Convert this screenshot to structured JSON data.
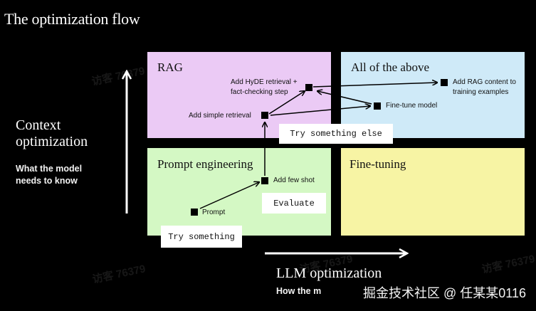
{
  "title": "The optimization flow",
  "context_axis": {
    "title": "Context optimization",
    "subtitle": "What the model needs to know"
  },
  "llm_axis": {
    "title": "LLM optimization",
    "subtitle": "How the m"
  },
  "quadrants": {
    "rag": "RAG",
    "all": "All of the above",
    "prompt_engineering": "Prompt engineering",
    "fine_tuning": "Fine-tuning"
  },
  "nodes": {
    "prompt": "Prompt",
    "few_shot": "Add few shot",
    "simple_retrieval": "Add simple retrieval",
    "hyde_line1": "Add HyDE retrieval +",
    "hyde_line2": "fact-checking step",
    "fine_tune": "Fine-tune model",
    "rag_content_line1": "Add RAG content to",
    "rag_content_line2": "training examples"
  },
  "callouts": {
    "try_something": "Try something",
    "evaluate": "Evaluate",
    "try_else": "Try something else"
  },
  "watermark": "访客 76379",
  "credit": "掘金技术社区 @ 任某某0116"
}
